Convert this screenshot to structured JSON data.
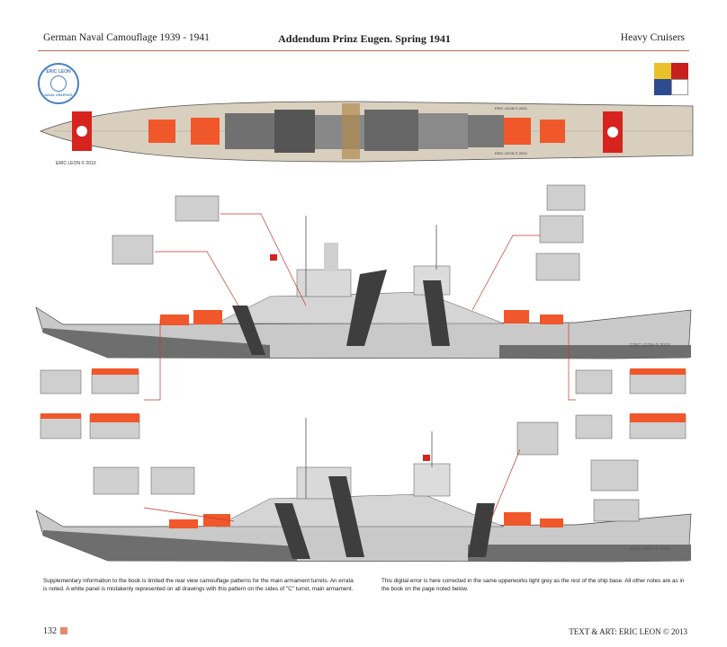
{
  "header": {
    "left": "German Naval Camouflage 1939 - 1941",
    "center": "Addendum Prinz Eugen. Spring 1941",
    "right": "Heavy Cruisers"
  },
  "stamp": {
    "top": "ERIC LEON",
    "bottom": "NAVAL GRAPHICS"
  },
  "copyright_marks": {
    "plan": "ERIC LEON © 2010",
    "plan_deck": "ERIC LEON © 2010",
    "plan_deck2": "ERIC LEON © 2010",
    "profile1": "ERIC LEON © 2010",
    "profile2": "ERIC LEON © 2010"
  },
  "notes": {
    "left": "Supplementary information to the book is limited the rear view camouflage patterns for the main armament turrets. An errata is noted. A white panel is mistakenly represented on all drawings with this pattern on the sides of \"C\" turret, main armament.",
    "right": "This digital error is here corrected in the same upperworks light grey as the rest of the ship base. All other notes are as in the book on the page noted below."
  },
  "footer": {
    "page": "132",
    "credit": "TEXT & ART: ERIC LEON © 2013"
  },
  "colors": {
    "deck": "#d8cfbe",
    "hull_light": "#c9c9c9",
    "hull_dark": "#6e6e6e",
    "stripe_dark": "#3e3e3e",
    "turret_roof": "#f0572a",
    "flag_red": "#d6231e",
    "leader_line": "#c0392b",
    "stamp_blue": "#4c82c4"
  }
}
